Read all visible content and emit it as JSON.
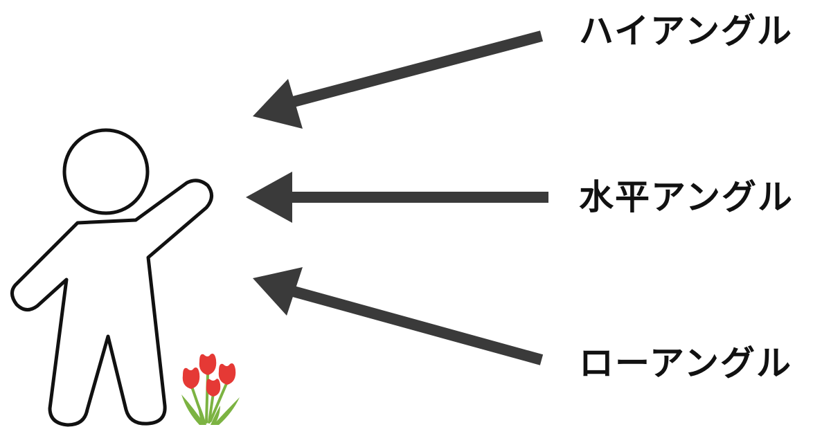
{
  "labels": {
    "high_angle": "ハイアングル",
    "level_angle": "水平アングル",
    "low_angle": "ローアングル"
  },
  "colors": {
    "arrow": "#3a3a3a",
    "figure_stroke": "#111111",
    "figure_fill": "#ffffff",
    "tulip_red": "#e53935",
    "tulip_leaf": "#7cb342",
    "text": "#111111"
  },
  "icons": {
    "person": "person-figure-icon",
    "flowers": "tulip-flowers-icon"
  }
}
